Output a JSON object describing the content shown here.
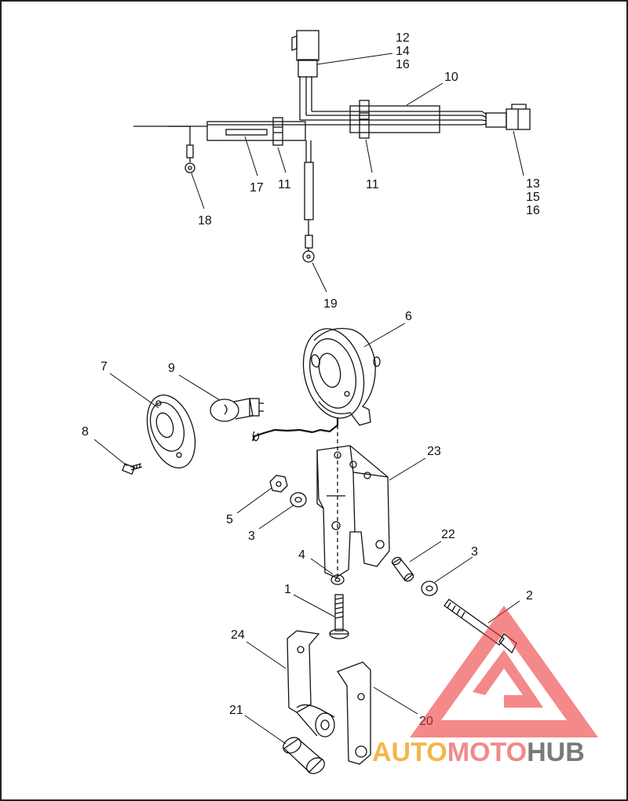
{
  "diagram": {
    "callouts": [
      {
        "id": "c12",
        "text": "12"
      },
      {
        "id": "c14",
        "text": "14"
      },
      {
        "id": "c16a",
        "text": "16"
      },
      {
        "id": "c10",
        "text": "10"
      },
      {
        "id": "c13",
        "text": "13"
      },
      {
        "id": "c15",
        "text": "15"
      },
      {
        "id": "c16b",
        "text": "16"
      },
      {
        "id": "c11a",
        "text": "11"
      },
      {
        "id": "c11b",
        "text": "11"
      },
      {
        "id": "c17",
        "text": "17"
      },
      {
        "id": "c18",
        "text": "18"
      },
      {
        "id": "c19",
        "text": "19"
      },
      {
        "id": "c6",
        "text": "6"
      },
      {
        "id": "c7",
        "text": "7"
      },
      {
        "id": "c9",
        "text": "9"
      },
      {
        "id": "c8",
        "text": "8"
      },
      {
        "id": "c23",
        "text": "23"
      },
      {
        "id": "c5",
        "text": "5"
      },
      {
        "id": "c3a",
        "text": "3"
      },
      {
        "id": "c22",
        "text": "22"
      },
      {
        "id": "c3b",
        "text": "3"
      },
      {
        "id": "c4",
        "text": "4"
      },
      {
        "id": "c1",
        "text": "1"
      },
      {
        "id": "c2",
        "text": "2"
      },
      {
        "id": "c24",
        "text": "24"
      },
      {
        "id": "c21",
        "text": "21"
      },
      {
        "id": "c20",
        "text": "20"
      }
    ]
  },
  "watermark": {
    "part1": "AUTO",
    "part2": "MOTO",
    "part3": "HUB",
    "color_auto": "#f4b64a",
    "color_moto": "#f08a8a",
    "color_hub": "#7a7a7a",
    "logo_color": "#ee3b3b"
  }
}
